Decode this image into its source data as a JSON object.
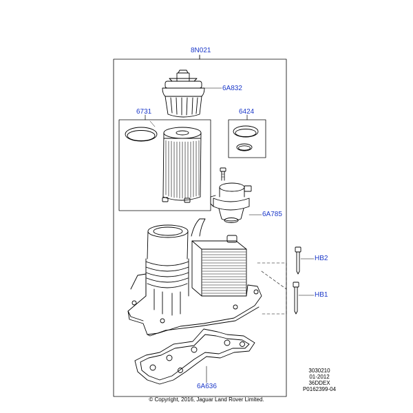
{
  "colors": {
    "callout": "#1a37c8",
    "line": "#000000",
    "background": "#ffffff"
  },
  "callouts": {
    "assembly": "8N021",
    "cap": "6A832",
    "element_kit": "6731",
    "seal_kit": "6424",
    "valve": "6A785",
    "bolt_upper": "HB2",
    "bolt_lower": "HB1",
    "gasket": "6A636"
  },
  "reference": {
    "line1": "3030210",
    "line2": "01-2012",
    "line3": "36DDEX",
    "line4": "P0162399-04"
  },
  "copyright": "© Copyright, 2016, Jaguar Land Rover Limited."
}
